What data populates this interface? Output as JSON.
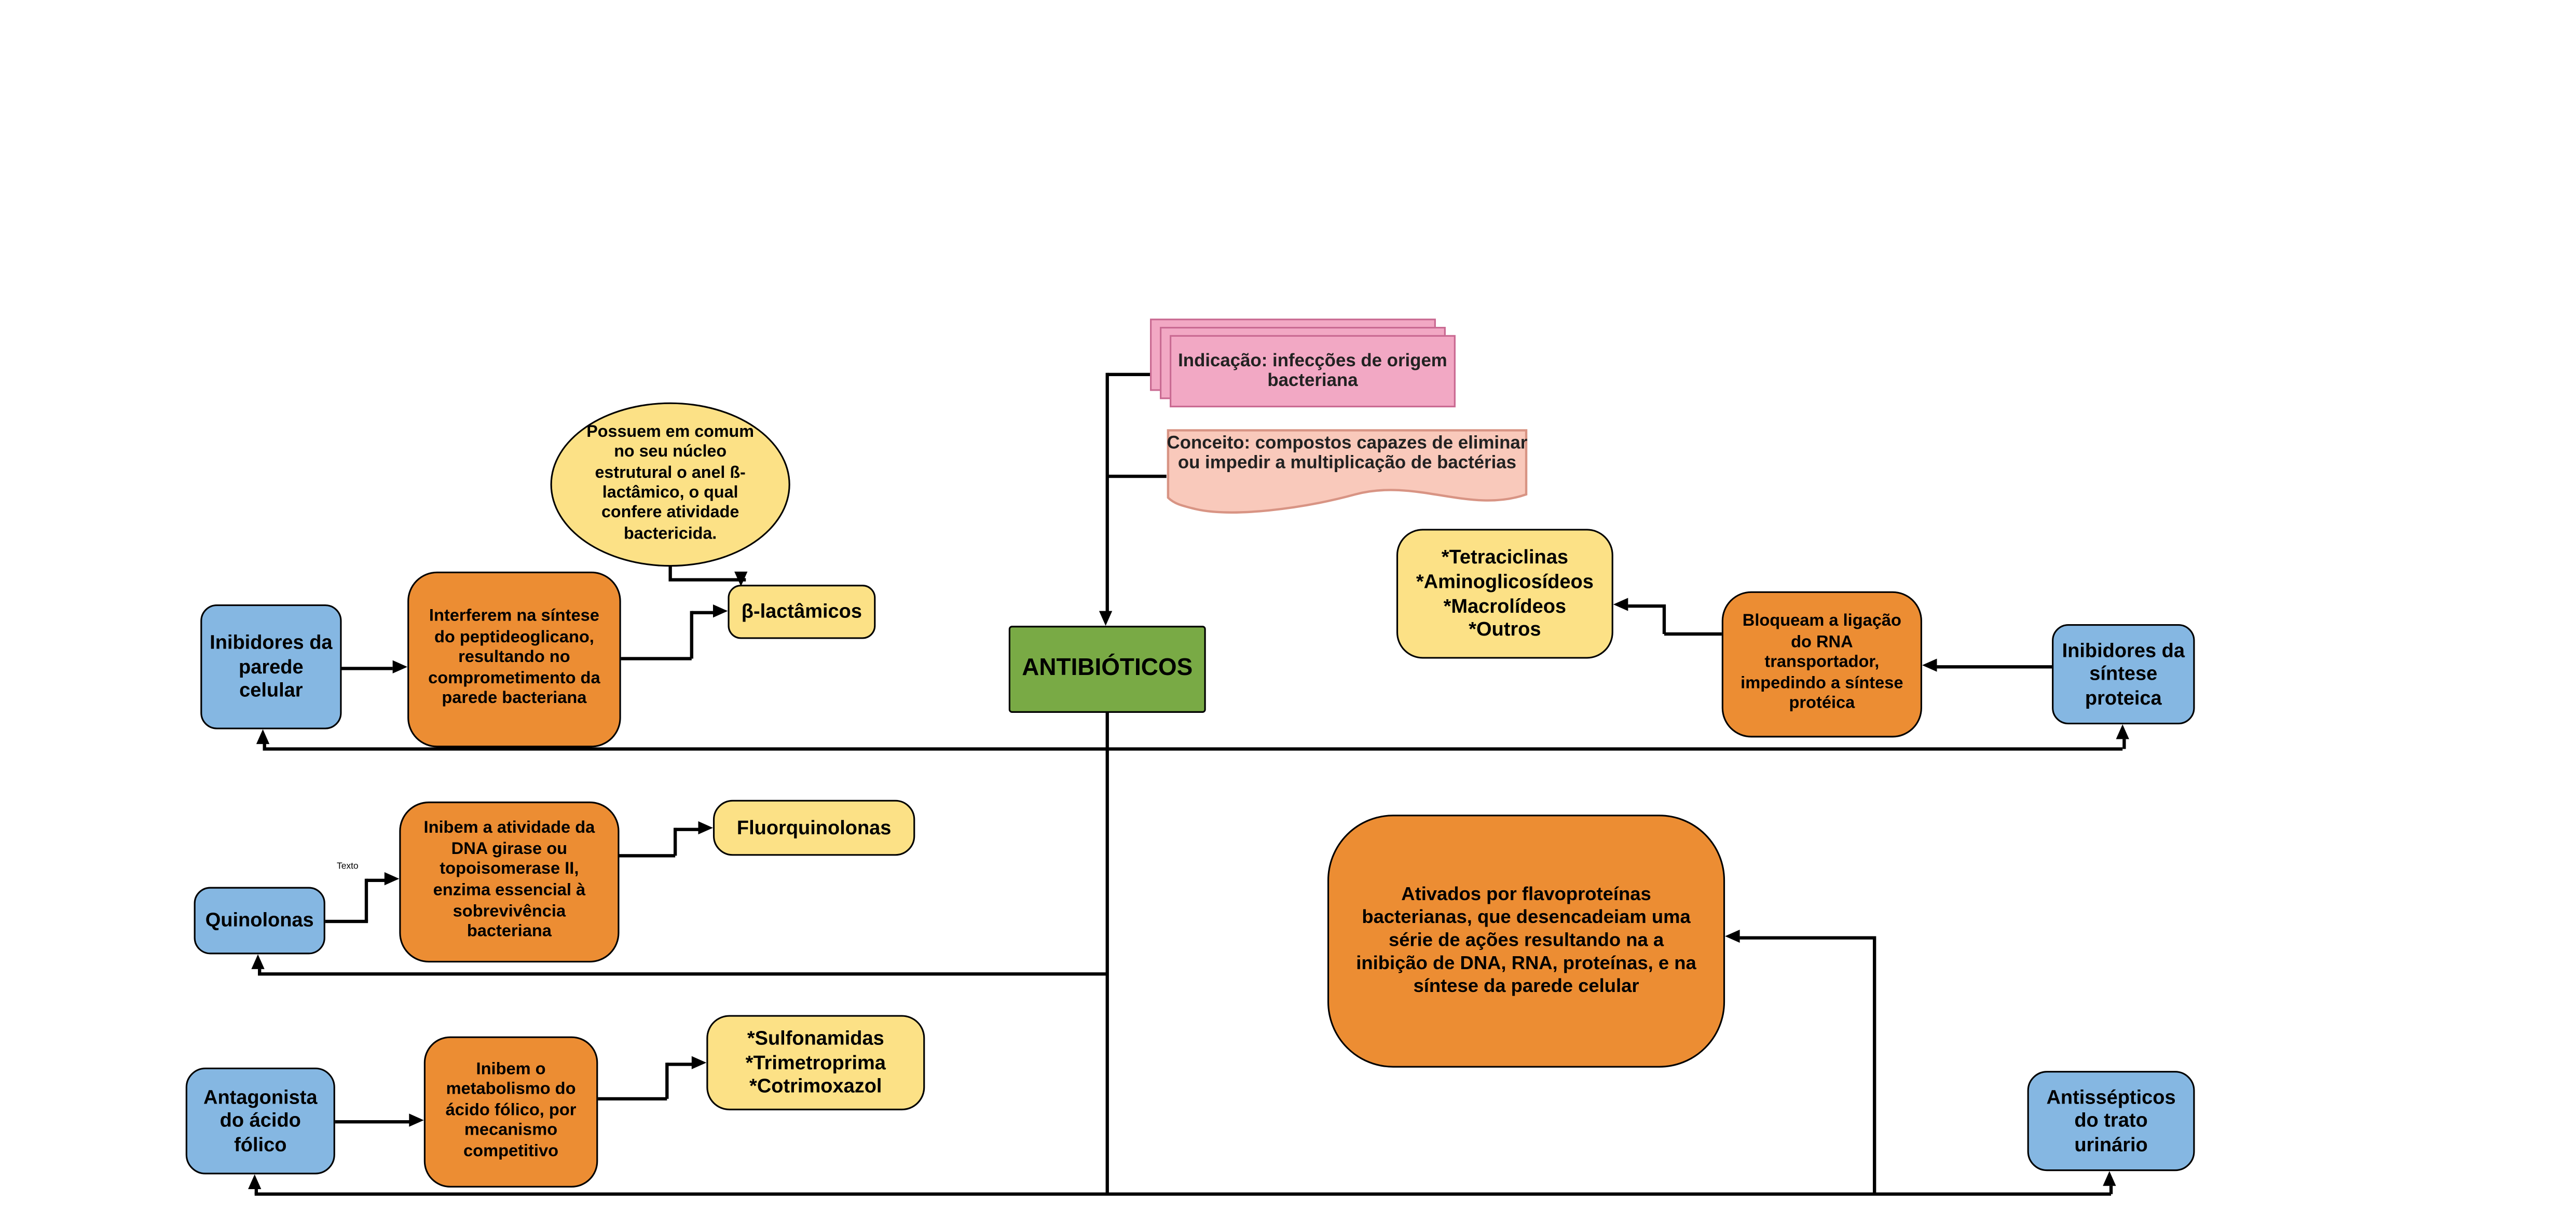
{
  "diagram": {
    "center_label": "ANTIBIÓTICOS",
    "notes": {
      "indication": "Indicação: infecções de origem bacteriana",
      "concept": "Conceito: compostos capazes de eliminar ou impedir a multiplicação de bactérias"
    },
    "branches": {
      "cell_wall": {
        "category": "Inibidores da parede celular",
        "mechanism": "Interferem na síntese do peptideoglicano, resultando no comprometimento da parede bacteriana",
        "drug_class": "β-lactâmicos",
        "note": "Possuem em comum no seu núcleo estrutural o anel ß-lactâmico, o qual confere atividade bactericida."
      },
      "protein_synthesis": {
        "category": "Inibidores da síntese proteica",
        "mechanism": "Bloqueam a ligação do RNA transportador, impedindo a síntese protéica",
        "drug_classes": "*Tetraciclinas\n*Aminoglicosídeos\n*Macrolídeos\n*Outros"
      },
      "quinolones": {
        "category": "Quinolonas",
        "mechanism": "Inibem a atividade da DNA girase ou topoisomerase II, enzima essencial à sobrevivência bacteriana",
        "drug_class": "Fluorquinolonas",
        "connector_label": "Texto"
      },
      "folic_acid": {
        "category": "Antagonista do ácido fólico",
        "mechanism": "Inibem o metabolismo do ácido fólico, por mecanismo competitivo",
        "drug_classes": "*Sulfonamidas\n*Trimetroprima\n*Cotrimoxazol"
      },
      "urinary": {
        "category": "Antissépticos do trato urinário",
        "mechanism": "Ativados por flavoproteínas bacterianas, que desencadeiam uma série de ações resultando na a inibição de DNA, RNA, proteínas, e na síntese da parede celular"
      }
    },
    "palette": {
      "green": "#79aa45",
      "orange": "#ec8d33",
      "yellow": "#fce186",
      "blue": "#85b7e2",
      "pink": "#f2a8c4",
      "pink_border": "#c96a92",
      "salmon": "#f9c9bb",
      "salmon_border": "#d89484",
      "line": "#000000"
    }
  }
}
